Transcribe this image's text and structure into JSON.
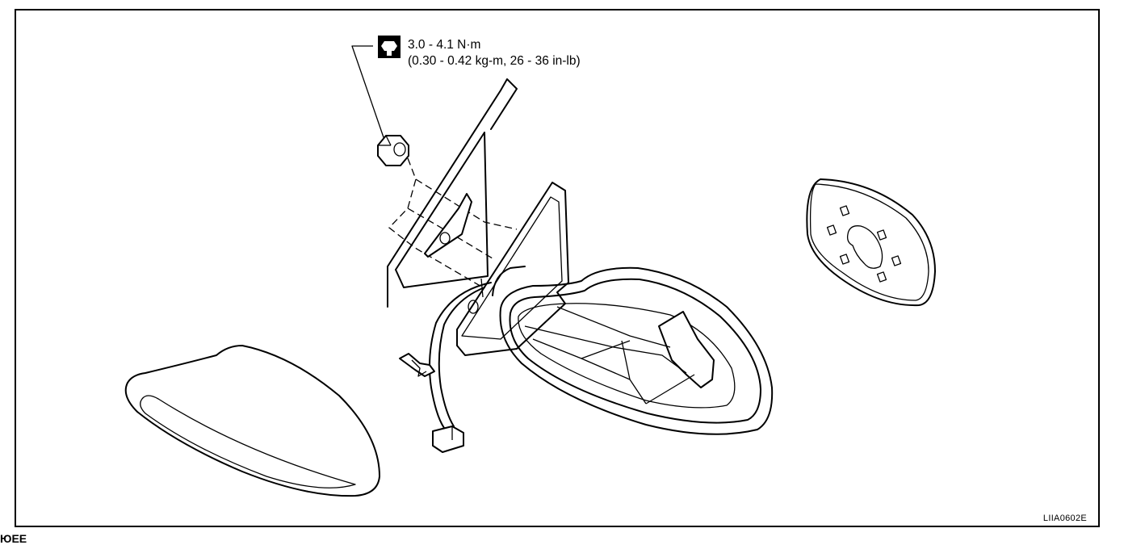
{
  "torque_spec": {
    "line1": "3.0 - 4.1 N·m",
    "line2": "(0.30 - 0.42 kg-m, 26 - 36 in-lb)",
    "icon": "torque-nut-icon"
  },
  "figure_code": "LIIA0602E",
  "crop_text": "ЮЕЕ"
}
